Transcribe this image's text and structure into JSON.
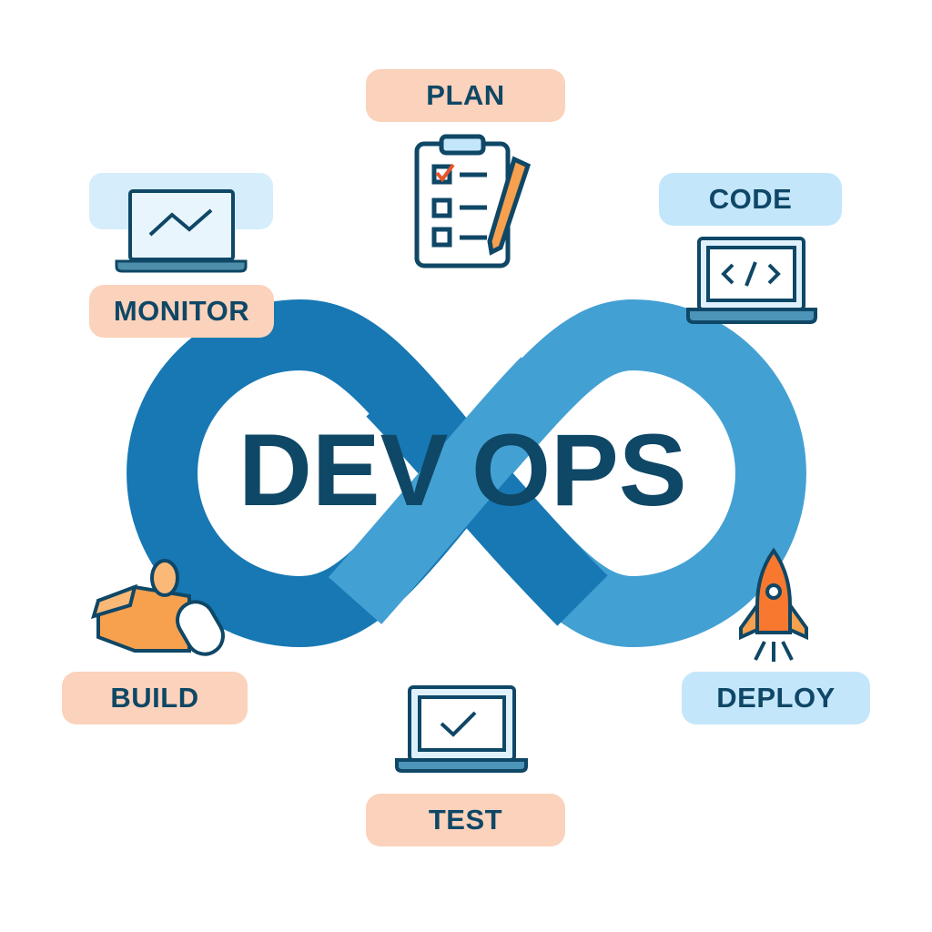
{
  "title": "DEVOPS",
  "title_parts": {
    "left": "DEV",
    "right": "OPS"
  },
  "stages": [
    {
      "label": "PLAN",
      "icon": "clipboard-checklist-icon"
    },
    {
      "label": "CODE",
      "icon": "laptop-code-icon"
    },
    {
      "label": "DEPLOY",
      "icon": "rocket-icon"
    },
    {
      "label": "TEST",
      "icon": "laptop-check-icon"
    },
    {
      "label": "BUILD",
      "icon": "box-tools-icon"
    },
    {
      "label": "MONITOR",
      "icon": "laptop-chart-icon"
    }
  ],
  "colors": {
    "loop_dark": "#1778b4",
    "loop_light": "#43a0d3",
    "text": "#0f4766",
    "orange": "#f7a04e",
    "label_orange": "#fbd2bb",
    "label_blue": "#c4e6fb"
  }
}
